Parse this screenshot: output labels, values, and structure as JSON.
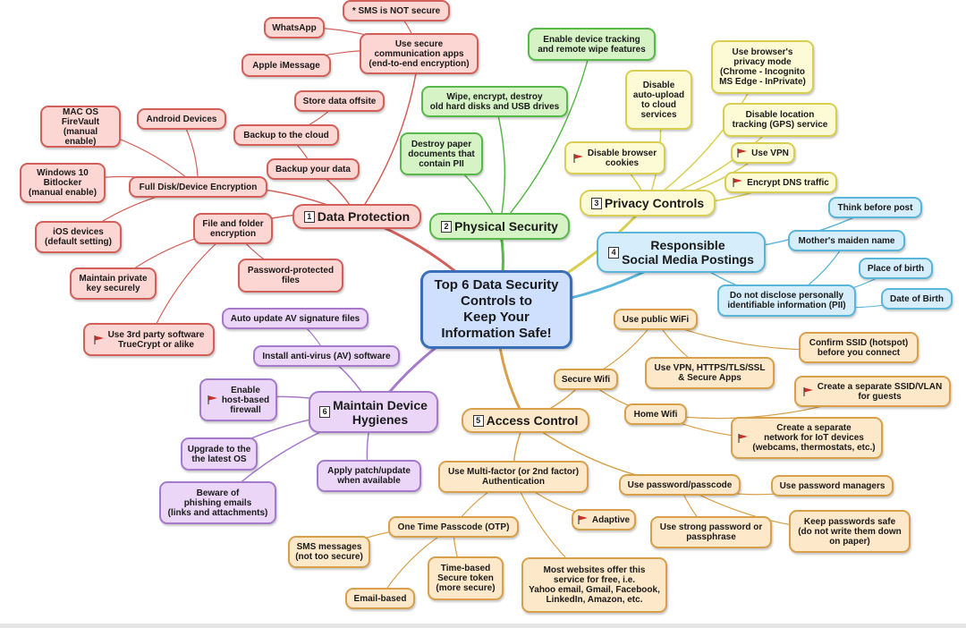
{
  "central": "Top 6 Data Security\nControls to\nKeep Your\nInformation Safe!",
  "branches": {
    "b1": {
      "num": "1",
      "label": "Data Protection"
    },
    "b2": {
      "num": "2",
      "label": "Physical Security"
    },
    "b3": {
      "num": "3",
      "label": "Privacy Controls"
    },
    "b4": {
      "num": "4",
      "label": "Responsible\nSocial Media Postings"
    },
    "b5": {
      "num": "5",
      "label": "Access Control"
    },
    "b6": {
      "num": "6",
      "label": "Maintain Device\nHygienes"
    }
  },
  "nodes": {
    "sms_not_secure": "* SMS is NOT secure",
    "whatsapp": "WhatsApp",
    "apple_imessage": "Apple iMessage",
    "secure_comm": "Use secure\ncommunication apps\n(end-to-end encryption)",
    "store_offsite": "Store data offsite",
    "backup_cloud": "Backup to the cloud",
    "backup_data": "Backup your data",
    "android": "Android Devices",
    "macos": "MAC OS\nFireVault\n(manual enable)",
    "win10": "Windows 10\nBitlocker\n(manual enable)",
    "full_disk": "Full Disk/Device Encryption",
    "ios": "iOS devices\n(default setting)",
    "file_folder": "File and folder\nencryption",
    "private_key": "Maintain private\nkey securely",
    "pw_files": "Password-protected\nfiles",
    "truecrypt": "Use 3rd party software\nTrueCrypt or alike",
    "device_tracking": "Enable device tracking\nand remote wipe features",
    "wipe": "Wipe, encrypt, destroy\nold hard disks and USB drives",
    "destroy_paper": "Destroy paper\ndocuments that\ncontain PII",
    "disable_upload": "Disable\nauto-upload\nto cloud\nservices",
    "privacy_mode": "Use browser's\nprivacy mode\n(Chrome - Incognito\nMS Edge - InPrivate)",
    "disable_location": "Disable location\ntracking (GPS) service",
    "disable_cookies": "Disable browser\ncookies",
    "use_vpn": "Use VPN",
    "encrypt_dns": "Encrypt DNS traffic",
    "think": "Think before post",
    "maiden": "Mother's maiden name",
    "birthplace": "Place of birth",
    "birthdate": "Date of Birth",
    "pii": "Do not disclose personally\nidentifiable information (PII)",
    "public_wifi": "Use public WiFi",
    "confirm_ssid": "Confirm SSID (hotspot)\nbefore you connect",
    "secure_wifi": "Secure Wifi",
    "vpn_apps": "Use VPN, HTTPS/TLS/SSL\n& Secure Apps",
    "home_wifi": "Home Wifi",
    "guest_ssid": "Create a separate SSID/VLAN\nfor guests",
    "iot_network": "Create a separate\nnetwork for IoT devices\n(webcams, thermostats, etc.)",
    "mfa": "Use Multi-factor (or 2nd factor)\nAuthentication",
    "password": "Use password/passcode",
    "pw_managers": "Use password managers",
    "adaptive": "Adaptive",
    "otp": "One Time Passcode (OTP)",
    "strong_pw": "Use strong password or\npassphrase",
    "pw_safe": "Keep passwords safe\n(do not write them down\non paper)",
    "sms": "SMS messages\n(not too secure)",
    "time_token": "Time-based\nSecure token\n(more secure)",
    "websites": "Most websites offer this\nservice for free, i.e.\nYahoo email, Gmail, Facebook,\nLinkedIn, Amazon, etc.",
    "email_based": "Email-based",
    "auto_update": "Auto update AV signature files",
    "install_av": "Install anti-virus (AV) software",
    "firewall": "Enable\nhost-based\nfirewall",
    "upgrade_os": "Upgrade to the\nthe latest OS",
    "patch": "Apply patch/update\nwhen available",
    "phishing": "Beware  of\nphishing emails\n(links and attachments)"
  },
  "colors": {
    "data_protection": "#d2605a",
    "physical_security": "#59b84a",
    "privacy_controls": "#d8cf52",
    "social_media": "#5ab5db",
    "access_control": "#d9a04b",
    "device_hygiene": "#a67acb",
    "central": "#3a6fb8",
    "flag": "#c8302a"
  }
}
